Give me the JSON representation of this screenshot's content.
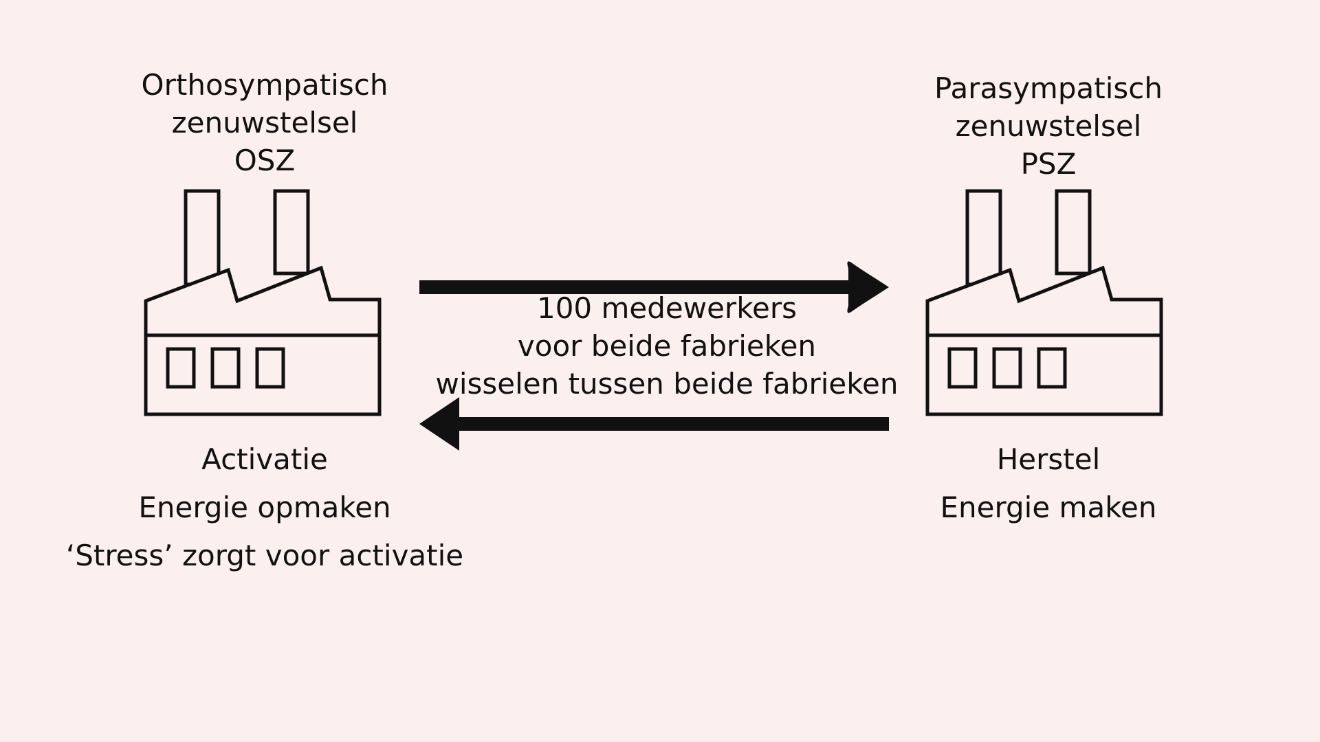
{
  "colors": {
    "background": "#fcf0ef",
    "ink": "#111111"
  },
  "left": {
    "title_lines": [
      "Orthosympatisch",
      "zenuwstelsel",
      "OSZ"
    ],
    "icon": "factory-icon",
    "desc_lines": [
      "Activatie",
      "Energie opmaken",
      "‘Stress’ zorgt voor activatie"
    ]
  },
  "right": {
    "title_lines": [
      "Parasympatisch",
      "zenuwstelsel",
      "PSZ"
    ],
    "icon": "factory-icon",
    "desc_lines": [
      "Herstel",
      "Energie maken"
    ]
  },
  "center": {
    "lines": [
      "100 medewerkers",
      "voor beide fabrieken",
      "wisselen tussen beide fabrieken"
    ],
    "arrow_top": "arrow-right-icon",
    "arrow_bottom": "arrow-left-icon"
  }
}
